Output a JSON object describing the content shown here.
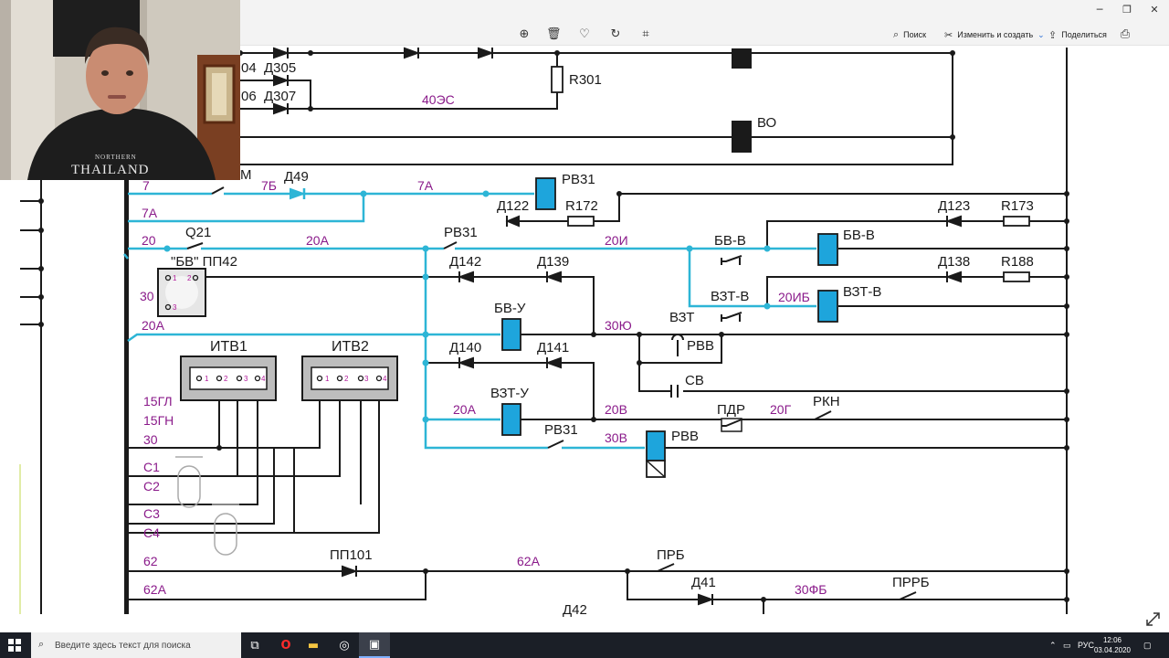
{
  "toolbar": {
    "search_label": "Поиск",
    "edit_label": "Изменить и создать",
    "share_label": "Поделиться"
  },
  "webcam": {
    "shirt_line1": "NORTHERN",
    "shirt_line2": "THAILAND"
  },
  "schematic": {
    "dark_labels": [
      "04",
      "Д305",
      "06",
      "Д307",
      "R301",
      "ВО",
      "Д49",
      "РВ31",
      "Д122",
      "R172",
      "Q21",
      "\"БВ\" ПП42",
      "РВ31",
      "Д142",
      "Д139",
      "Д123",
      "R173",
      "БВ-В",
      "БВ-В",
      "Д138",
      "R188",
      "ВЗТ-В",
      "ВЗТ-В",
      "БВ-У",
      "ВЗТ",
      "РВВ",
      "Д140",
      "Д141",
      "СВ",
      "ВЗТ-У",
      "ПДР",
      "РКН",
      "РВ31",
      "РВВ",
      "ИТВ1",
      "ИТВ2",
      "ПП101",
      "ПРБ",
      "Д41",
      "ПРРБ",
      "Д42",
      "М"
    ],
    "wire_labels": [
      "40ЭС",
      "7",
      "7Б",
      "7А",
      "7А",
      "20",
      "20А",
      "20И",
      "30",
      "20ИБ",
      "20А",
      "30Ю",
      "15ГЛ",
      "15ГН",
      "30",
      "20А",
      "20В",
      "20Г",
      "30В",
      "С1",
      "С2",
      "С3",
      "С4",
      "62",
      "62А",
      "62А",
      "30ФБ"
    ],
    "pins": [
      "1",
      "2",
      "3",
      "1",
      "2",
      "3",
      "4",
      "1",
      "2",
      "3",
      "4"
    ]
  },
  "taskbar": {
    "search_placeholder": "Введите здесь текст для поиска",
    "language": "РУС",
    "time": "12:06",
    "date": "03.04.2020"
  }
}
